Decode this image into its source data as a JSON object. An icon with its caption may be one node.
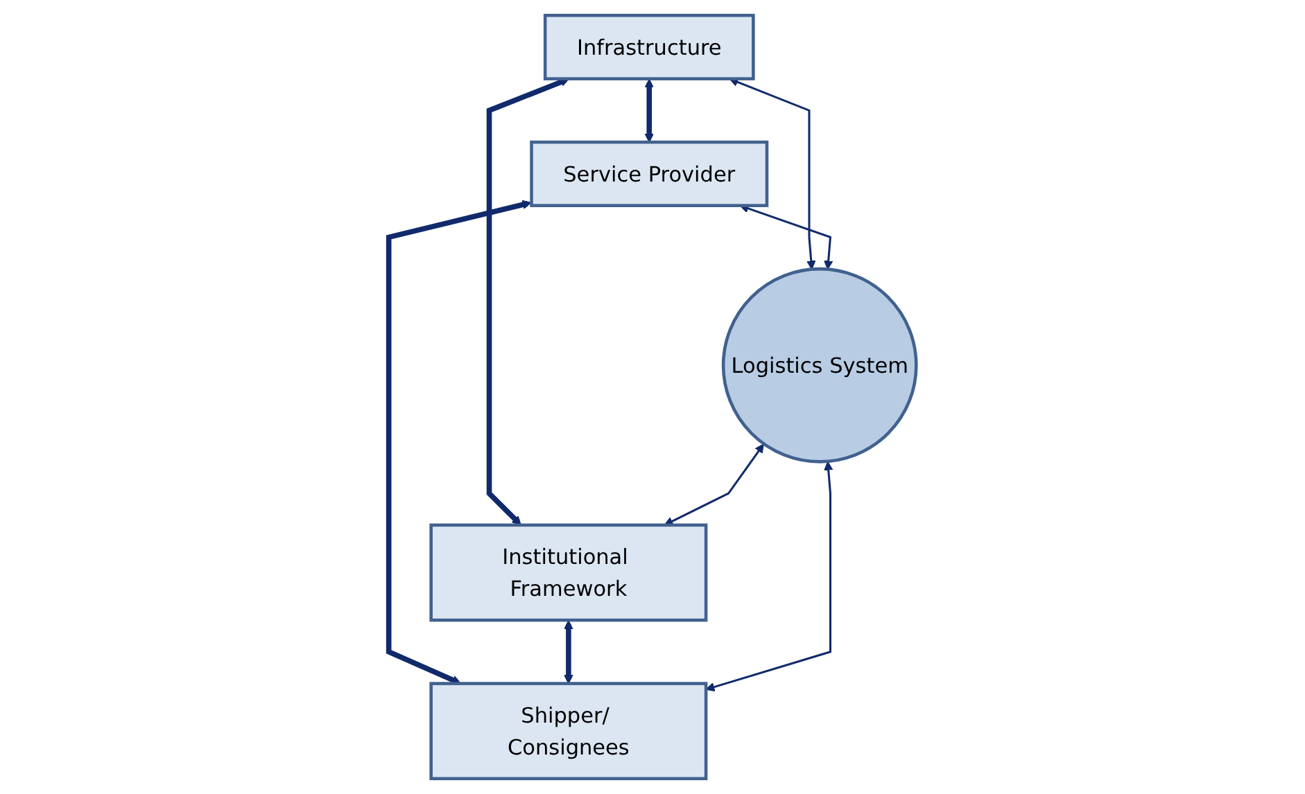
{
  "diagram": {
    "nodes": [
      {
        "text": [
          "Infrastructure"
        ]
      },
      {
        "text": [
          "Service Provider"
        ]
      },
      {
        "text": [
          "Logistics System"
        ]
      },
      {
        "text": [
          "Institutional Framework"
        ]
      },
      {
        "text": [
          "Shipper/ Consignees"
        ]
      }
    ],
    "edges": [
      {
        "from": 0,
        "to": 1,
        "arrow": "both",
        "style": "thick"
      },
      {
        "from": 0,
        "to": 3,
        "arrow": "both",
        "style": "thick"
      },
      {
        "from": 0,
        "to": 2,
        "arrow": "both"
      },
      {
        "from": 1,
        "to": 2,
        "arrow": "both"
      },
      {
        "from": 2,
        "to": 3,
        "arrow": "both"
      },
      {
        "from": 1,
        "to": 4,
        "arrow": "both",
        "style": "thick"
      },
      {
        "from": 3,
        "to": 4,
        "arrow": "both",
        "style": "thick"
      },
      {
        "from": 2,
        "to": 4,
        "arrow": "both"
      }
    ]
  }
}
